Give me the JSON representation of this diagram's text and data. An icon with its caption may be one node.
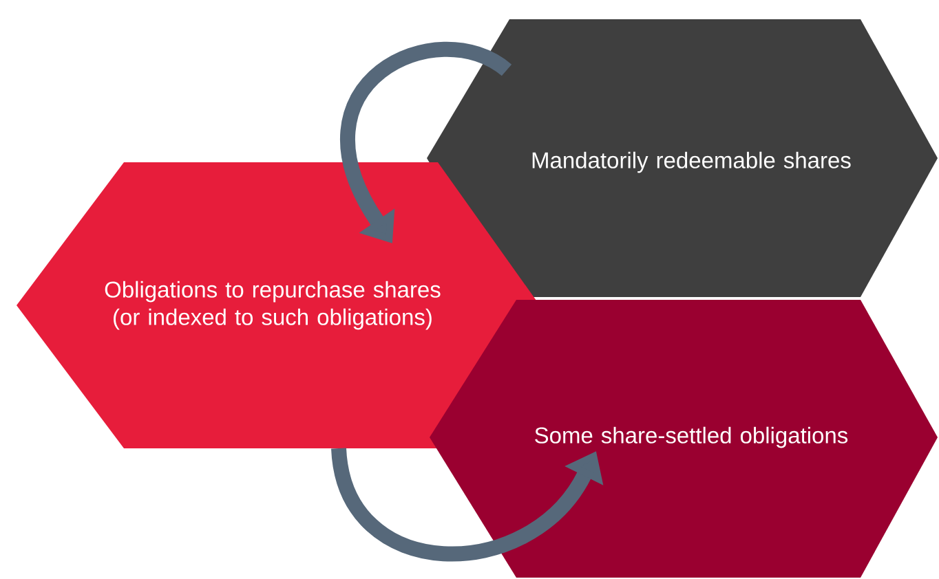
{
  "diagram": {
    "nodes": [
      {
        "text": [
          "Mandatorily redeemable shares"
        ]
      },
      {
        "text": [
          "Obligations to repurchase shares (or indexed to such obligations)"
        ]
      },
      {
        "text": [
          "Some share-settled obligations"
        ]
      }
    ],
    "edges": [
      {
        "from": 0,
        "to": 1,
        "arrow": "to"
      },
      {
        "from": 1,
        "to": 2,
        "arrow": "to"
      }
    ]
  }
}
